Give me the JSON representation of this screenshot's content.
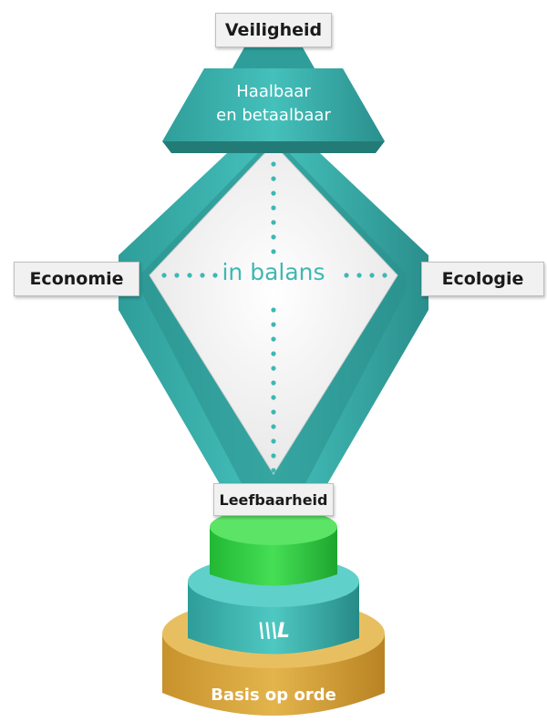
{
  "labels": {
    "top": "Veiligheid",
    "left": "Economie",
    "right": "Ecologie",
    "bottom": "Leefbaarheid"
  },
  "cap": {
    "line1": "Haalbaar",
    "line2": "en betaalbaar"
  },
  "center": "in balans",
  "base": {
    "label": "Basis op orde",
    "logo": "\\\\\\L"
  },
  "colors": {
    "teal": "#3fb7b3",
    "teal_dark": "#2a8f8c",
    "green": "#33cc44",
    "gold": "#d4a43c",
    "diamond_fill": "#f4f4f4"
  },
  "icons": [
    "logo-icon"
  ]
}
